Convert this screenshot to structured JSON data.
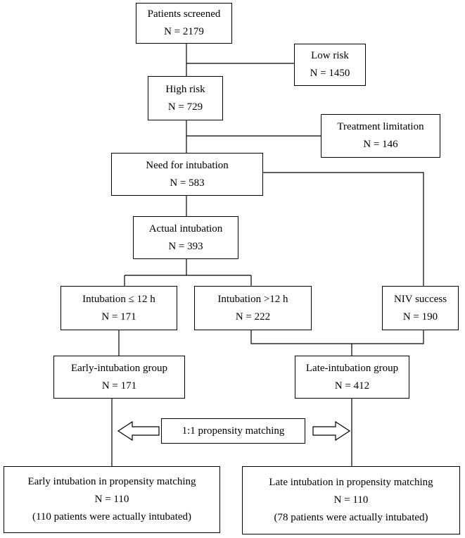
{
  "boxes": {
    "screened": {
      "title": "Patients screened",
      "n": "N = 2179"
    },
    "low_risk": {
      "title": "Low risk",
      "n": "N = 1450"
    },
    "high_risk": {
      "title": "High risk",
      "n": "N = 729"
    },
    "treatment_limitation": {
      "title": "Treatment limitation",
      "n": "N = 146"
    },
    "need_intubation": {
      "title": "Need for intubation",
      "n": "N = 583"
    },
    "actual_intubation": {
      "title": "Actual intubation",
      "n": "N = 393"
    },
    "intubation_le12": {
      "title": "Intubation ≤ 12 h",
      "n": "N = 171"
    },
    "intubation_gt12": {
      "title": "Intubation >12 h",
      "n": "N = 222"
    },
    "niv_success": {
      "title": "NIV success",
      "n": "N = 190"
    },
    "early_group": {
      "title": "Early-intubation group",
      "n": "N = 171"
    },
    "late_group": {
      "title": "Late-intubation group",
      "n": "N = 412"
    },
    "matching": {
      "title": "1:1 propensity matching"
    },
    "early_matched": {
      "title": "Early intubation in propensity matching",
      "n": "N = 110",
      "note": "(110 patients were actually intubated)"
    },
    "late_matched": {
      "title": "Late intubation in propensity matching",
      "n": "N = 110",
      "note": "(78 patients were actually intubated)"
    }
  }
}
